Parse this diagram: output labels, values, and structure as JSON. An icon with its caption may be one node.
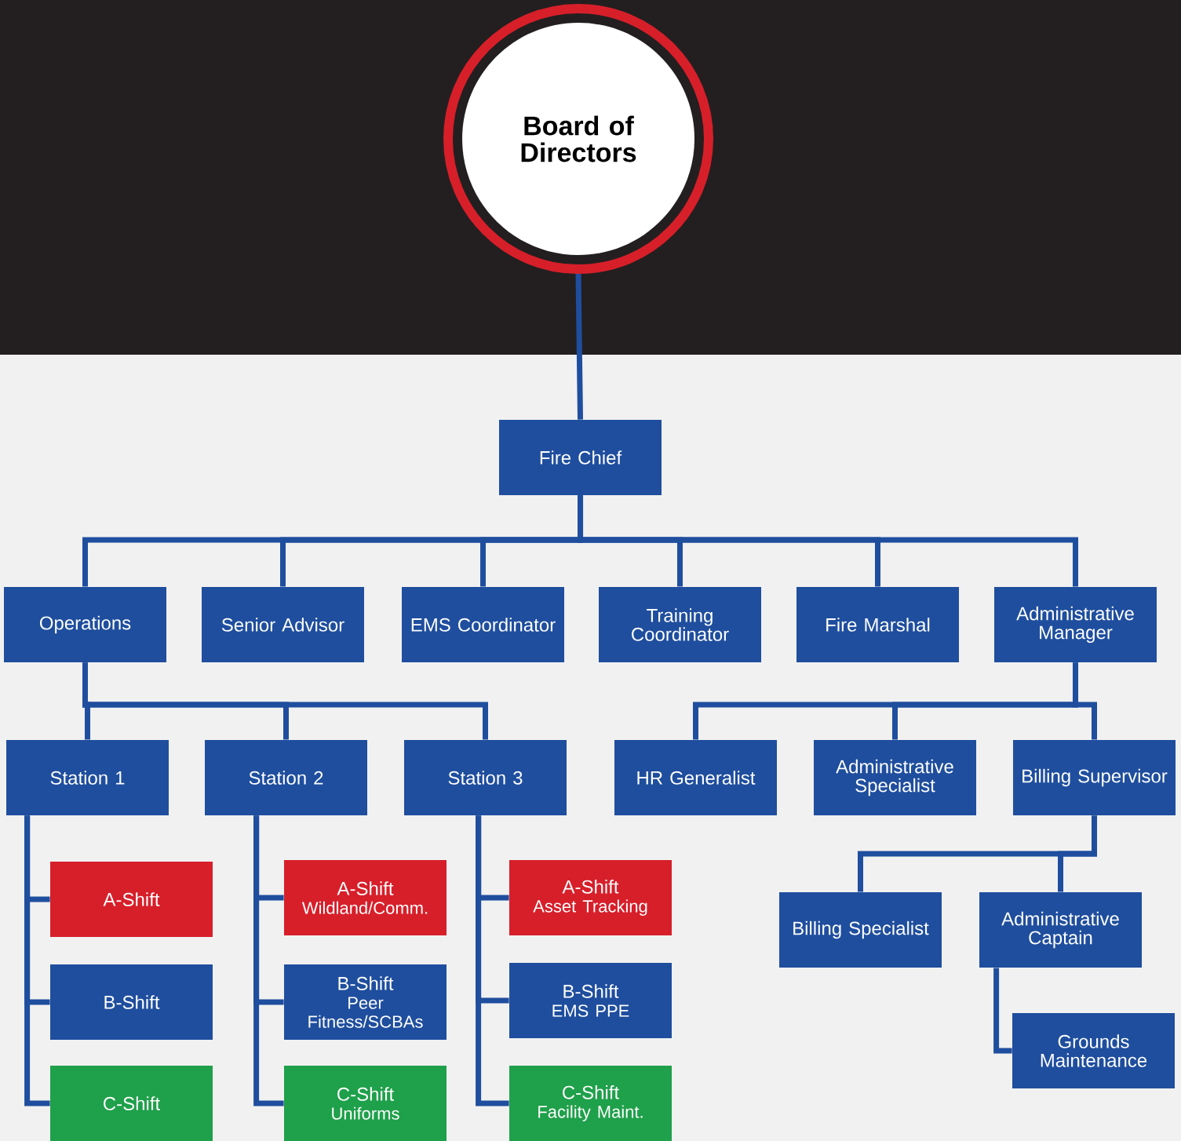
{
  "diagram": {
    "nodes": [
      {
        "text": [
          "Board of Directors"
        ]
      },
      {
        "text": [
          "Fire Chief"
        ]
      },
      {
        "text": [
          "Operations"
        ]
      },
      {
        "text": [
          "Senior Advisor"
        ]
      },
      {
        "text": [
          "EMS Coordinator"
        ]
      },
      {
        "text": [
          "Training Coordinator"
        ]
      },
      {
        "text": [
          "Fire Marshal"
        ]
      },
      {
        "text": [
          "Administrative Manager"
        ]
      },
      {
        "text": [
          "Station 1"
        ]
      },
      {
        "text": [
          "Station 2"
        ]
      },
      {
        "text": [
          "Station 3"
        ]
      },
      {
        "text": [
          "HR Generalist"
        ]
      },
      {
        "text": [
          "Administrative Specialist"
        ]
      },
      {
        "text": [
          "Billing Supervisor"
        ]
      },
      {
        "text": [
          "A-Shift"
        ]
      },
      {
        "text": [
          "B-Shift"
        ]
      },
      {
        "text": [
          "C-Shift"
        ]
      },
      {
        "text": [
          "A-Shift",
          "Wildland/Comm."
        ]
      },
      {
        "text": [
          "B-Shift",
          "Peer Fitness/SCBAs"
        ]
      },
      {
        "text": [
          "C-Shift",
          "Uniforms"
        ]
      },
      {
        "text": [
          "A-Shift",
          "Asset Tracking"
        ]
      },
      {
        "text": [
          "B-Shift",
          "EMS PPE"
        ]
      },
      {
        "text": [
          "C-Shift",
          "Facility Maint."
        ]
      },
      {
        "text": [
          "Billing Specialist"
        ]
      },
      {
        "text": [
          "Administrative Captain"
        ]
      },
      {
        "text": [
          "Grounds Maintenance"
        ]
      }
    ],
    "edges": [
      {
        "from": 0,
        "to": 1,
        "arrow": "none"
      },
      {
        "from": 1,
        "to": 2,
        "arrow": "none"
      },
      {
        "from": 1,
        "to": 3,
        "arrow": "none"
      },
      {
        "from": 1,
        "to": 4,
        "arrow": "none"
      },
      {
        "from": 1,
        "to": 5,
        "arrow": "none"
      },
      {
        "from": 1,
        "to": 6,
        "arrow": "none"
      },
      {
        "from": 1,
        "to": 7,
        "arrow": "none"
      },
      {
        "from": 2,
        "to": 8,
        "arrow": "none"
      },
      {
        "from": 2,
        "to": 9,
        "arrow": "none"
      },
      {
        "from": 2,
        "to": 10,
        "arrow": "none"
      },
      {
        "from": 7,
        "to": 11,
        "arrow": "none"
      },
      {
        "from": 7,
        "to": 12,
        "arrow": "none"
      },
      {
        "from": 7,
        "to": 13,
        "arrow": "none"
      },
      {
        "from": 8,
        "to": 14,
        "arrow": "none"
      },
      {
        "from": 8,
        "to": 15,
        "arrow": "none"
      },
      {
        "from": 8,
        "to": 16,
        "arrow": "none"
      },
      {
        "from": 9,
        "to": 17,
        "arrow": "none"
      },
      {
        "from": 9,
        "to": 18,
        "arrow": "none"
      },
      {
        "from": 9,
        "to": 19,
        "arrow": "none"
      },
      {
        "from": 10,
        "to": 20,
        "arrow": "none"
      },
      {
        "from": 10,
        "to": 21,
        "arrow": "none"
      },
      {
        "from": 10,
        "to": 22,
        "arrow": "none"
      },
      {
        "from": 13,
        "to": 23,
        "arrow": "none"
      },
      {
        "from": 13,
        "to": 24,
        "arrow": "none"
      },
      {
        "from": 24,
        "to": 25,
        "arrow": "none"
      }
    ]
  }
}
